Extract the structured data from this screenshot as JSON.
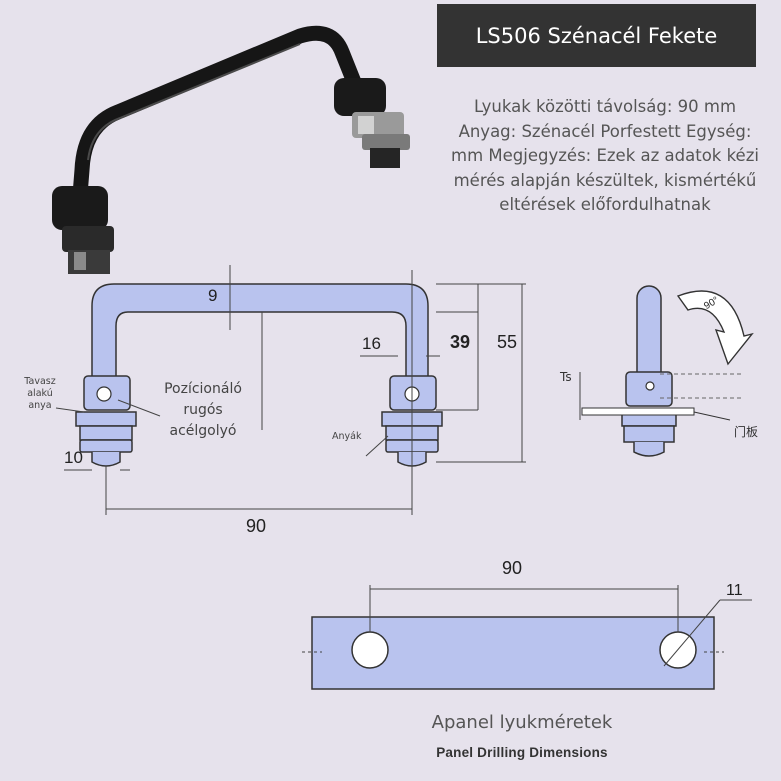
{
  "title": "LS506 Szénacél Fekete",
  "description": "Lyukak közötti távolság: 90 mm Anyag: Szénacél Porfestett Egység: mm Megjegyzés: Ezek az adatok kézi mérés alapján készültek, kismértékű eltérések előfordulhatnak",
  "labels": {
    "spring_nut": "Tavasz alakú anya",
    "ball": "Pozícionáló rugós acélgolyó",
    "nuts": "Anyák",
    "ts": "Ts",
    "door_panel": "门板"
  },
  "dimensions": {
    "top_thickness": "9",
    "stud_width": "16",
    "height_inner": "39",
    "height_total": "55",
    "nut_width": "10",
    "hole_spacing": "90",
    "rotation": "90°"
  },
  "panel": {
    "spacing": "90",
    "hole_diameter": "11",
    "caption_hu": "Apanel lyukméretek",
    "caption_en": "Panel Drilling Dimensions"
  },
  "colors": {
    "part_fill": "#b9c3ee",
    "outline": "#333333",
    "handle_black": "#161616"
  }
}
